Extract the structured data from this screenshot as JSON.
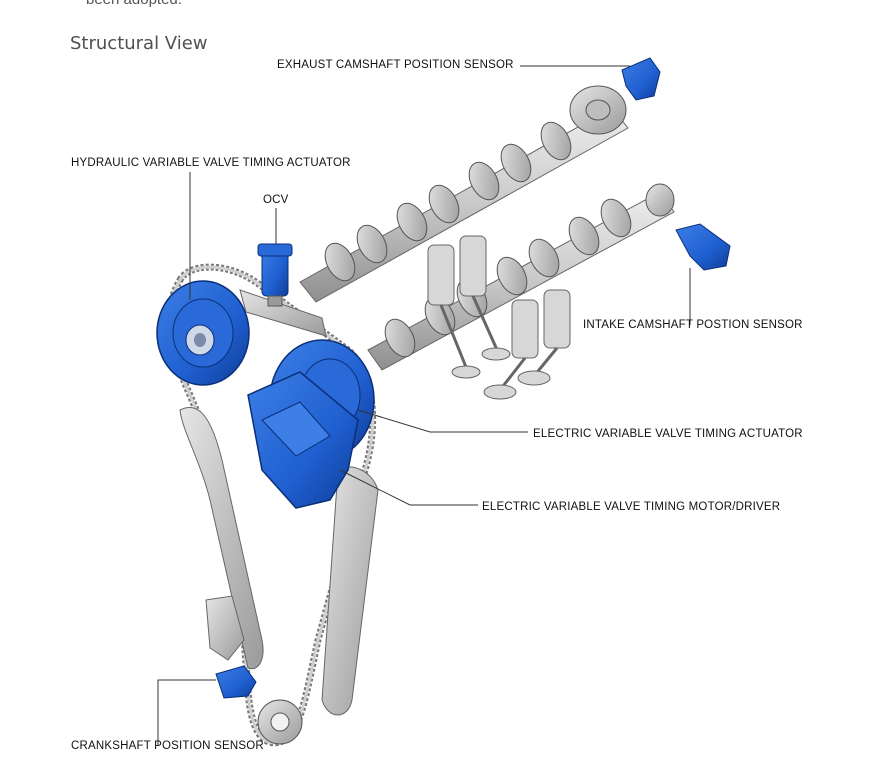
{
  "header": {
    "cut_text": "been adopted.",
    "section_title": "Structural View"
  },
  "diagram": {
    "colors": {
      "highlight_blue": "#1f5fd0",
      "part_gray": "#c8c8c8",
      "line": "#333333"
    },
    "labels": {
      "exhaust_cam_sensor": "EXHAUST CAMSHAFT POSITION SENSOR",
      "hydraulic_vvt": "HYDRAULIC VARIABLE VALVE TIMING ACTUATOR",
      "ocv": "OCV",
      "intake_cam_sensor": "INTAKE CAMSHAFT POSTION SENSOR",
      "electric_vvt_actuator": "ELECTRIC VARIABLE VALVE TIMING ACTUATOR",
      "electric_vvt_motor": "ELECTRIC VARIABLE VALVE TIMING MOTOR/DRIVER",
      "crankshaft_sensor": "CRANKSHAFT POSITION SENSOR"
    }
  }
}
